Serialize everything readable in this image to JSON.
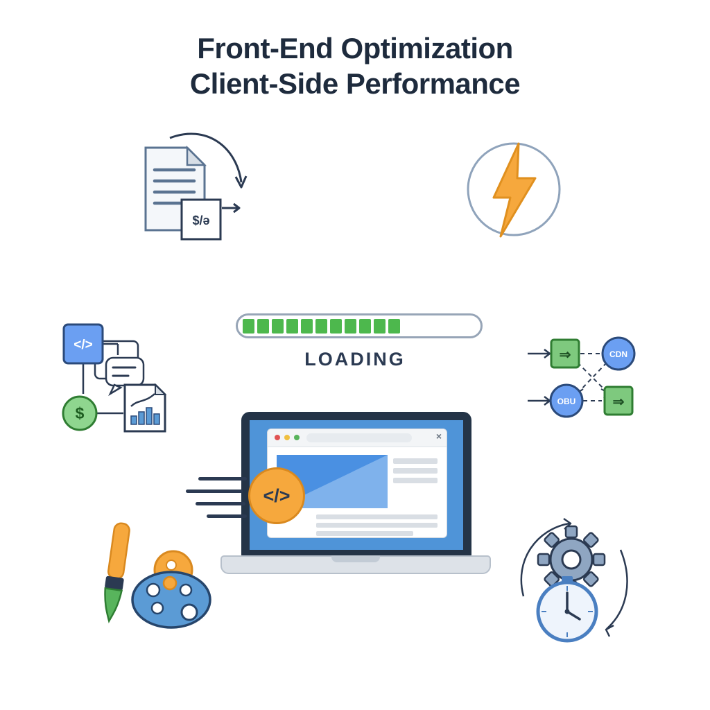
{
  "title": {
    "line1": "Front-End Optimization",
    "line2": "Client-Side Performance"
  },
  "loading": {
    "label": "LOADING",
    "segments": 11
  },
  "browser": {
    "close_glyph": "×"
  },
  "minify_icon": {
    "doc_code": "$/ə"
  },
  "code_square": {
    "glyph": "</>"
  },
  "money_badge": {
    "glyph": "$"
  },
  "network": {
    "request_glyph": "⇒",
    "cdn_label": "CDN",
    "origin_label": "OBU",
    "response_glyph": "⇒"
  },
  "code_bundle": {
    "glyph": "</>"
  },
  "colors": {
    "ink_navy": "#2B3A52",
    "accent_orange": "#F6A83D",
    "accent_blue": "#5B9BD5",
    "accent_green": "#4DB84D",
    "outline_gray": "#97A5B7"
  }
}
